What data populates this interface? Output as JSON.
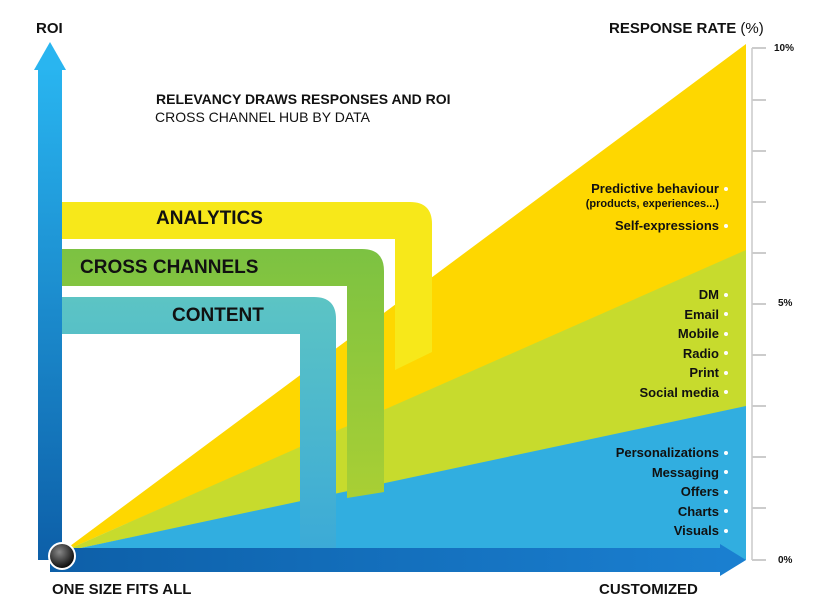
{
  "title": "RELEVANCY DRAWS RESPONSES AND ROI",
  "subtitle": "CROSS CHANNEL HUB BY DATA",
  "y_axis_title": "ROI",
  "x_axis_start_label": "ONE SIZE FITS ALL",
  "x_axis_end_label": "CUSTOMIZED",
  "right_axis": {
    "title": "RESPONSE RATE",
    "unit": "(%)",
    "ticks": [
      "10%",
      "5%",
      "0%"
    ]
  },
  "layers": [
    {
      "label": "ANALYTICS",
      "color": "#f7e81a",
      "area_color": "#fed700"
    },
    {
      "label": "CROSS CHANNELS",
      "color": "#7cc242",
      "area_color": "#c7db2d"
    },
    {
      "label": "CONTENT",
      "color": "#5cc4c4",
      "area_color": "#31aee0"
    }
  ],
  "analytics_items": [
    {
      "label": "Predictive behaviour",
      "detail": "(products, experiences...)"
    },
    {
      "label": "Self-expressions"
    }
  ],
  "channel_items": [
    "DM",
    "Email",
    "Mobile",
    "Radio",
    "Print",
    "Social media"
  ],
  "content_items": [
    "Personalizations",
    "Messaging",
    "Offers",
    "Charts",
    "Visuals"
  ],
  "colors": {
    "axis": "#1e88e5",
    "axis_dark": "#0d5fa8",
    "tick": "#cccccc"
  }
}
